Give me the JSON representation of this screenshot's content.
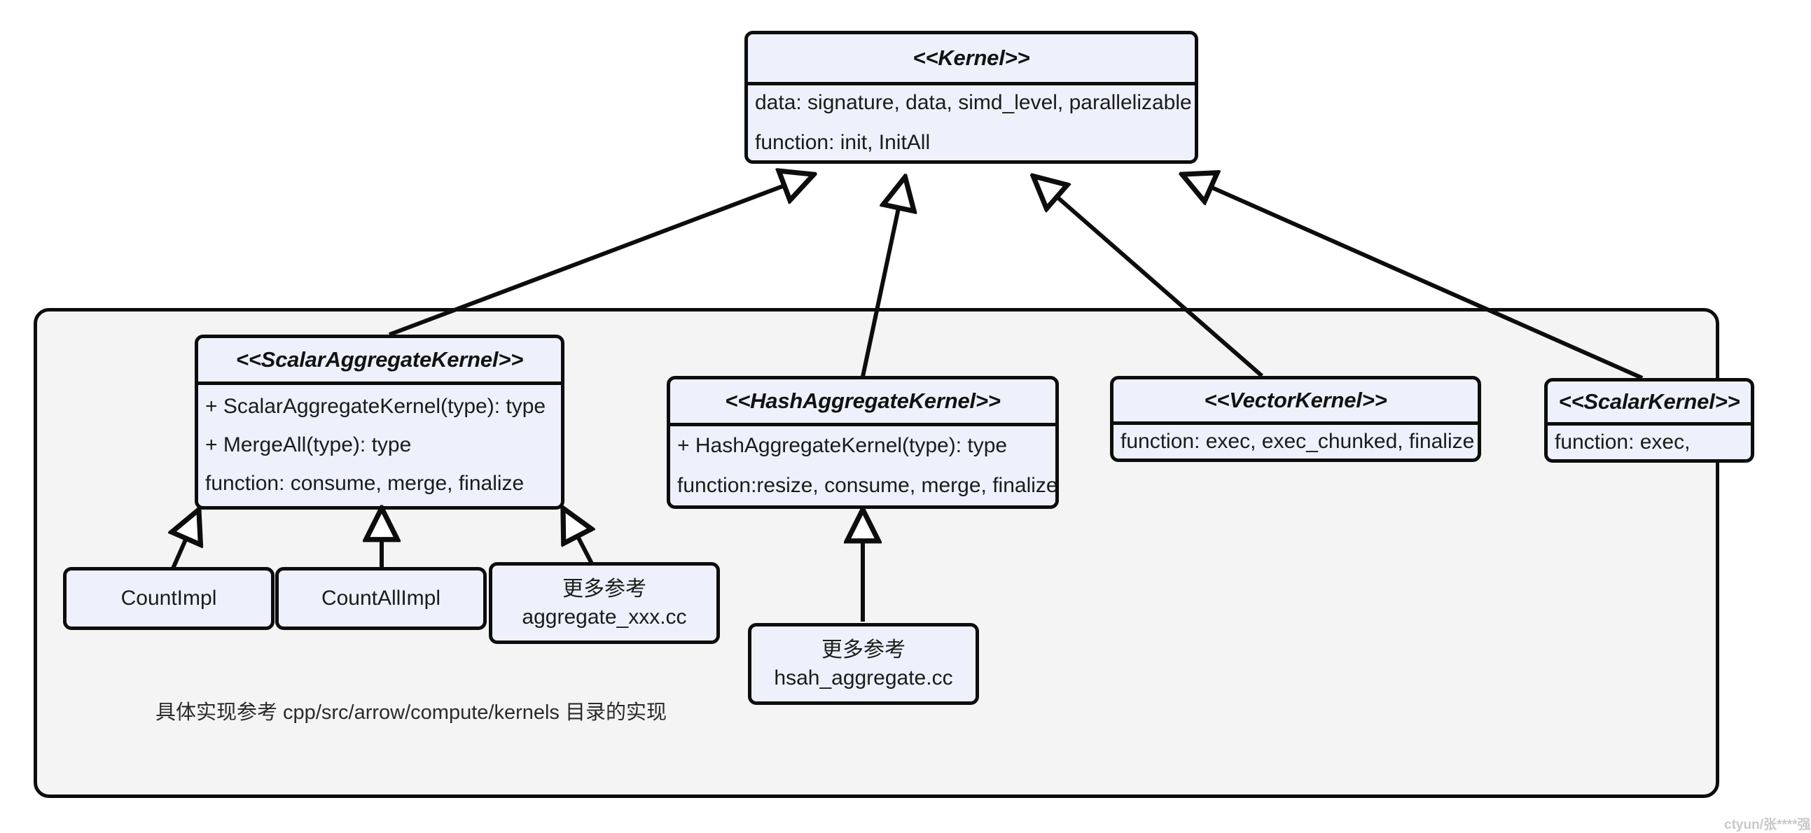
{
  "diagram": {
    "type": "uml-class-diagram",
    "page_background": "#ffffff",
    "group_fill": "#f4f4f4",
    "class_fill": "#eef1fb",
    "stroke": "#0d0d0d"
  },
  "classes": {
    "kernel": {
      "title": "<<Kernel>>",
      "rows": [
        "data: signature, data, simd_level, parallelizable",
        "function: init, InitAll"
      ]
    },
    "scalar_aggregate_kernel": {
      "title": "<<ScalarAggregateKernel>>",
      "rows": [
        "+ ScalarAggregateKernel(type): type",
        "+ MergeAll(type): type",
        "function: consume, merge, finalize"
      ]
    },
    "hash_aggregate_kernel": {
      "title": "<<HashAggregateKernel>>",
      "rows": [
        "+ HashAggregateKernel(type): type",
        "function:resize, consume, merge, finalize"
      ]
    },
    "vector_kernel": {
      "title": "<<VectorKernel>>",
      "rows": [
        "function: exec, exec_chunked, finalize"
      ]
    },
    "scalar_kernel": {
      "title": "<<ScalarKernel>>",
      "rows": [
        "function: exec,"
      ]
    }
  },
  "implementations": {
    "count_impl": {
      "line1": "CountImpl",
      "line2": ""
    },
    "count_all_impl": {
      "line1": "CountAllImpl",
      "line2": ""
    },
    "aggregate_more": {
      "line1": "更多参考",
      "line2": "aggregate_xxx.cc"
    },
    "hash_aggregate_more": {
      "line1": "更多参考",
      "line2": "hsah_aggregate.cc"
    }
  },
  "notes": {
    "group_caption": "具体实现参考 cpp/src/arrow/compute/kernels 目录的实现"
  },
  "watermark": {
    "text": "ctyun/张****强"
  },
  "relations": [
    {
      "from": "scalar_aggregate_kernel",
      "to": "kernel",
      "kind": "generalization"
    },
    {
      "from": "hash_aggregate_kernel",
      "to": "kernel",
      "kind": "generalization"
    },
    {
      "from": "vector_kernel",
      "to": "kernel",
      "kind": "generalization"
    },
    {
      "from": "scalar_kernel",
      "to": "kernel",
      "kind": "generalization"
    },
    {
      "from": "count_impl",
      "to": "scalar_aggregate_kernel",
      "kind": "generalization"
    },
    {
      "from": "count_all_impl",
      "to": "scalar_aggregate_kernel",
      "kind": "generalization"
    },
    {
      "from": "aggregate_more",
      "to": "scalar_aggregate_kernel",
      "kind": "generalization"
    },
    {
      "from": "hash_aggregate_more",
      "to": "hash_aggregate_kernel",
      "kind": "generalization"
    }
  ]
}
